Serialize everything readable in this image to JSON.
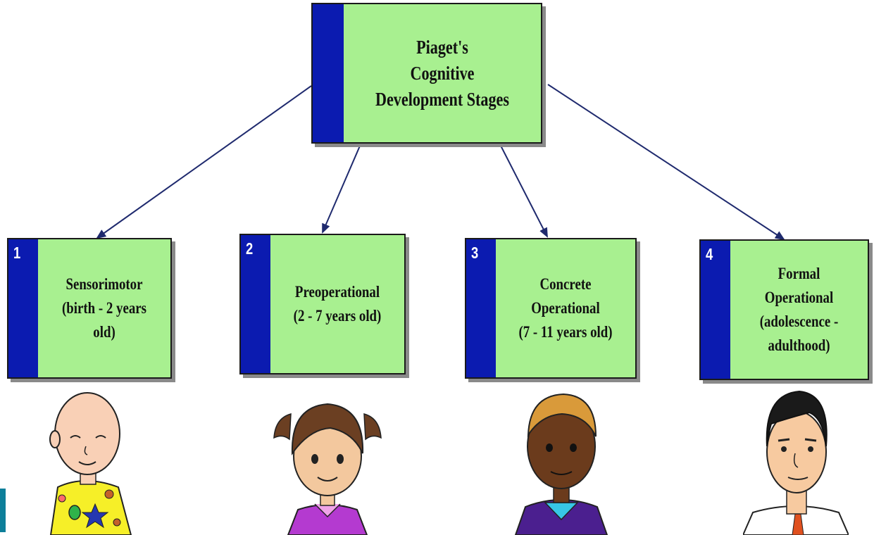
{
  "root": {
    "title": "Piaget's\nCognitive\nDevelopment Stages"
  },
  "stages": [
    {
      "number": "1",
      "label": "Sensorimotor\n(birth - 2 years\nold)"
    },
    {
      "number": "2",
      "label": "Preoperational\n(2 - 7 years old)"
    },
    {
      "number": "3",
      "label": "Concrete\nOperational\n(7 - 11 years old)"
    },
    {
      "number": "4",
      "label": "Formal Operational\n(adolescence -\nadulthood)"
    }
  ],
  "figures": [
    "baby-figure",
    "girl-figure",
    "boy-figure",
    "man-figure"
  ],
  "colors": {
    "box_fill": "#a8f090",
    "band": "#0b1bb0",
    "arrow": "#1f2a6e",
    "shadow": "#8a8a8a"
  }
}
